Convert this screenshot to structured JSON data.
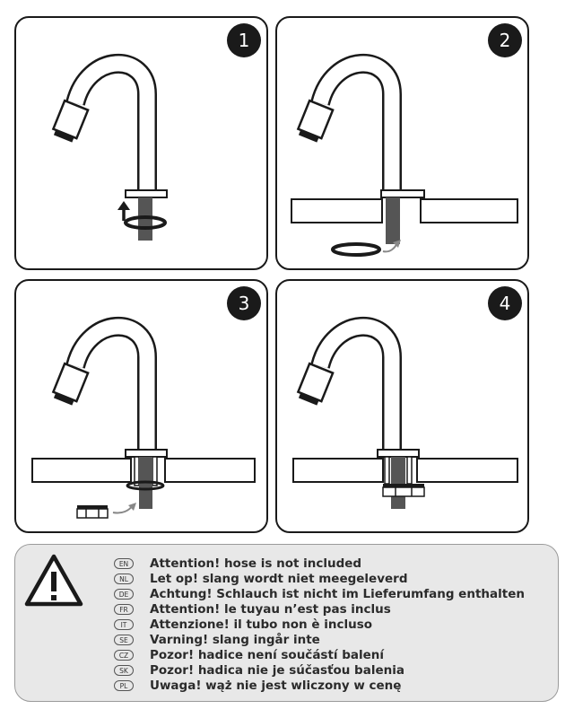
{
  "steps": [
    {
      "number": "1",
      "sink": false,
      "washer": "on-shank",
      "bracket": "none",
      "arrow": "up"
    },
    {
      "number": "2",
      "sink": true,
      "washer": "below-with-arrow",
      "bracket": "none",
      "arrow": "curved"
    },
    {
      "number": "3",
      "sink": true,
      "washer": "on-shank-below-sink",
      "bracket": "below-with-arrow",
      "arrow": "curved"
    },
    {
      "number": "4",
      "sink": true,
      "washer": "none",
      "bracket": "mounted",
      "arrow": "none"
    }
  ],
  "warning": {
    "icon": "warning-triangle-icon",
    "messages": [
      {
        "code": "EN",
        "text": "Attention! hose is not included"
      },
      {
        "code": "NL",
        "text": "Let op! slang wordt niet meegeleverd"
      },
      {
        "code": "DE",
        "text": "Achtung! Schlauch ist nicht im Lieferumfang enthalten"
      },
      {
        "code": "FR",
        "text": "Attention! le tuyau n’est pas inclus"
      },
      {
        "code": "IT",
        "text": "Attenzione! il tubo non è incluso"
      },
      {
        "code": "SE",
        "text": "Varning! slang ingår inte"
      },
      {
        "code": "CZ",
        "text": "Pozor! hadice není součástí balení"
      },
      {
        "code": "SK",
        "text": "Pozor! hadica nie je súčasťou balenia"
      },
      {
        "code": "PL",
        "text": "Uwaga! wąż nie jest wliczony w cenę"
      }
    ]
  },
  "colors": {
    "line": "#1a1a1a",
    "shank": "#555555",
    "box_bg": "#e8e8e8",
    "arrow": "#888888"
  }
}
